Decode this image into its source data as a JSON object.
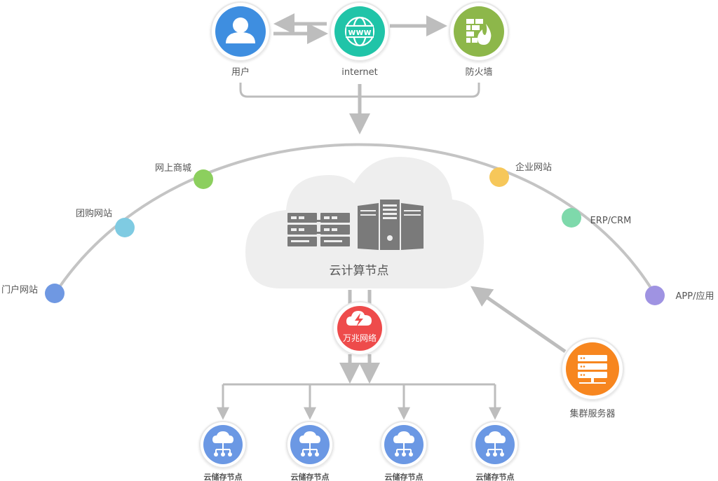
{
  "top": {
    "user_label": "用户",
    "internet_label": "internet",
    "firewall_label": "防火墙",
    "user_icon": "user-icon",
    "internet_icon": "www-globe-icon",
    "firewall_icon": "firewall-icon"
  },
  "arc": {
    "left_items": [
      "网上商城",
      "团购网站",
      "门户网站"
    ],
    "right_items": [
      "企业网站",
      "ERP/CRM",
      "APP/应用"
    ]
  },
  "cloud": {
    "label": "云计算节点",
    "rack_icon": "server-rack-icon",
    "tower_icon": "server-tower-icon"
  },
  "network": {
    "label": "万兆网络",
    "icon": "lightning-cloud-icon"
  },
  "cluster": {
    "label": "集群服务器",
    "icon": "server-stack-icon"
  },
  "storage": {
    "label": "云储存节点",
    "count": 4,
    "icon": "cloud-network-icon"
  },
  "colors": {
    "user": "#3e8ee0",
    "internet": "#20c4a8",
    "firewall": "#8db74a",
    "network": "#ee4b4b",
    "cluster": "#f7861f",
    "storage": "#6b98e4",
    "arc_dot_green": "#8ccf5e",
    "arc_dot_cyan": "#7fcbe2",
    "arc_dot_blue": "#6f98e2",
    "arc_dot_yellow": "#f6c75a",
    "arc_dot_mint": "#7ed9ab",
    "arc_dot_purple": "#9f93e2",
    "line": "#bdbdbd",
    "cloud_fill": "#eeeeee",
    "server": "#7a7a7a"
  }
}
